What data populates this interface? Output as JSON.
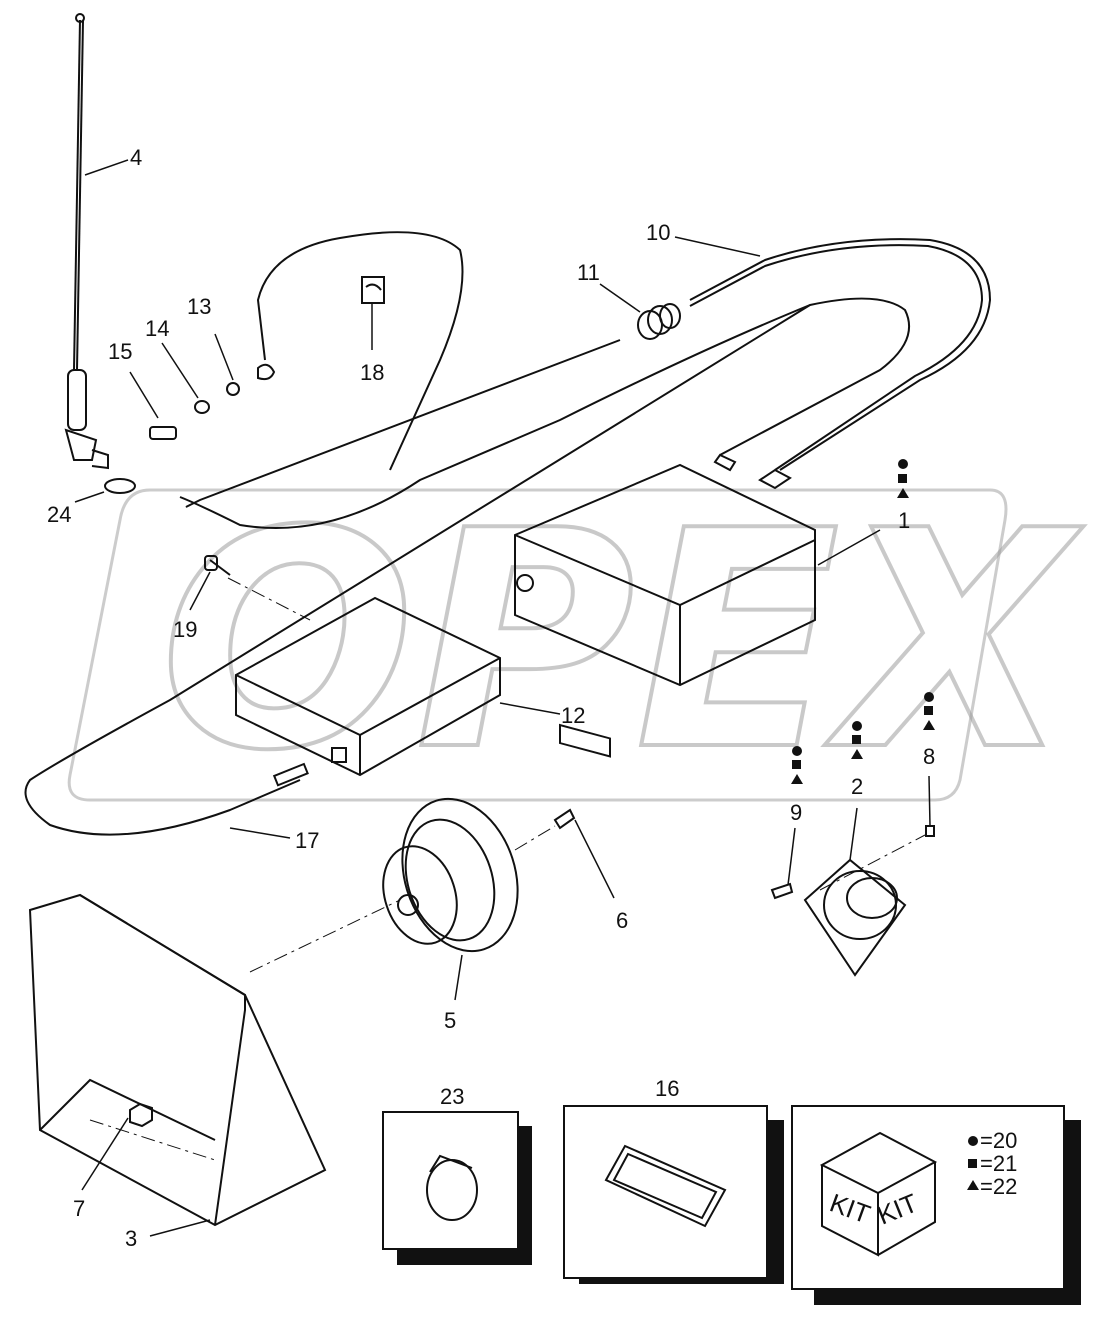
{
  "watermark": "OPEX",
  "callouts": [
    {
      "id": "1",
      "label": "1"
    },
    {
      "id": "2",
      "label": "2"
    },
    {
      "id": "3",
      "label": "3"
    },
    {
      "id": "4",
      "label": "4"
    },
    {
      "id": "5",
      "label": "5"
    },
    {
      "id": "6",
      "label": "6"
    },
    {
      "id": "7",
      "label": "7"
    },
    {
      "id": "8",
      "label": "8"
    },
    {
      "id": "9",
      "label": "9"
    },
    {
      "id": "10",
      "label": "10"
    },
    {
      "id": "11",
      "label": "11"
    },
    {
      "id": "12",
      "label": "12"
    },
    {
      "id": "13",
      "label": "13"
    },
    {
      "id": "14",
      "label": "14"
    },
    {
      "id": "15",
      "label": "15"
    },
    {
      "id": "16",
      "label": "16"
    },
    {
      "id": "17",
      "label": "17"
    },
    {
      "id": "18",
      "label": "18"
    },
    {
      "id": "19",
      "label": "19"
    },
    {
      "id": "23",
      "label": "23"
    },
    {
      "id": "24",
      "label": "24"
    }
  ],
  "kit": {
    "face_left": "KIT",
    "face_right": "KIT",
    "legend": [
      {
        "symbol": "circle",
        "text": "=20"
      },
      {
        "symbol": "square",
        "text": "=21"
      },
      {
        "symbol": "triangle",
        "text": "=22"
      }
    ]
  },
  "colors": {
    "line": "#111111",
    "watermark": "#9a9a9a"
  }
}
